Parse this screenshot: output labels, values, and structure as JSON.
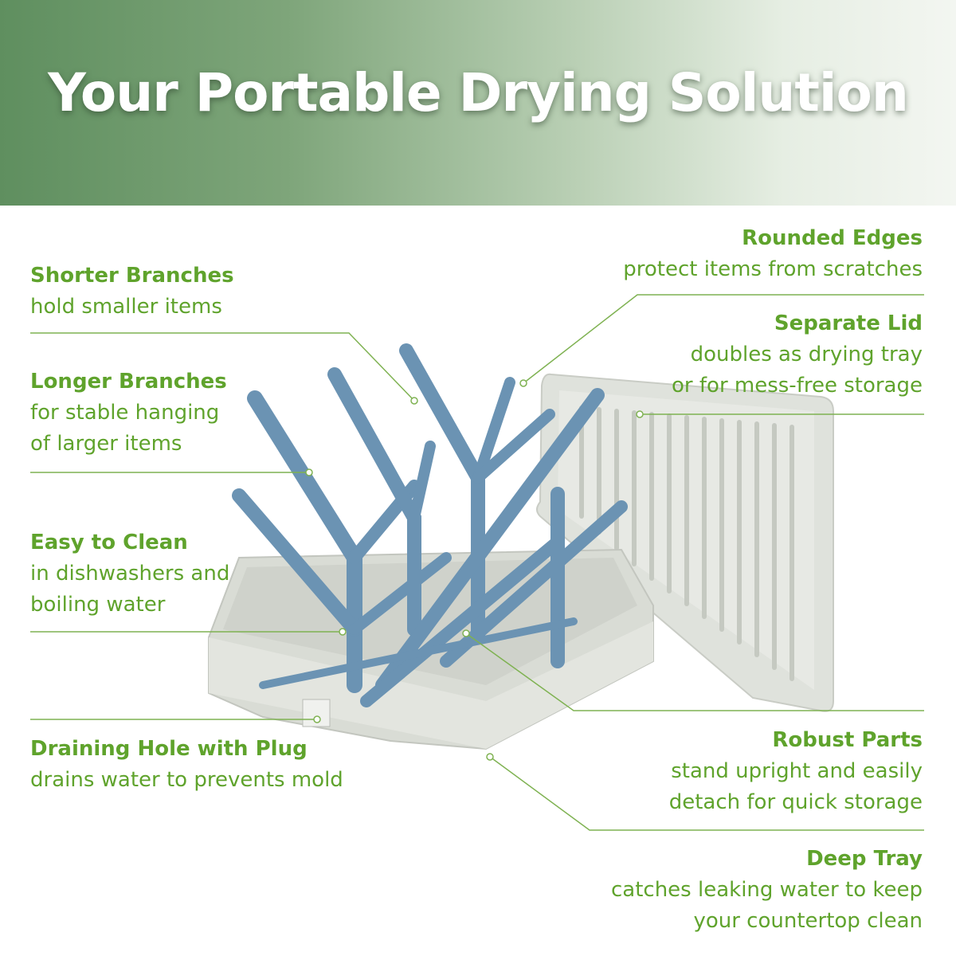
{
  "banner": {
    "title": "Your Portable Drying Solution"
  },
  "callouts": {
    "shorter_branches": {
      "heading": "Shorter Branches",
      "lines": [
        "hold smaller items"
      ]
    },
    "longer_branches": {
      "heading": "Longer Branches",
      "lines": [
        "for stable hanging",
        "of larger items"
      ]
    },
    "easy_to_clean": {
      "heading": "Easy to Clean",
      "lines": [
        "in dishwashers and",
        "boiling water"
      ]
    },
    "draining_hole": {
      "heading": "Draining Hole with Plug",
      "lines": [
        "drains water to prevents mold"
      ]
    },
    "rounded_edges": {
      "heading": "Rounded Edges",
      "lines": [
        "protect items from scratches"
      ]
    },
    "separate_lid": {
      "heading": "Separate Lid",
      "lines": [
        "doubles as drying tray",
        "or for mess-free storage"
      ]
    },
    "robust_parts": {
      "heading": "Robust Parts",
      "lines": [
        "stand upright and easily",
        "detach for quick storage"
      ]
    },
    "deep_tray": {
      "heading": "Deep Tray",
      "lines": [
        "catches leaking water to keep",
        "your countertop clean"
      ]
    }
  },
  "colors": {
    "accent_green": "#5fa32c",
    "branch_blue": "#6b93b3",
    "tray_gray": "#dcdfd8",
    "banner_green": "#5f8f5f"
  }
}
